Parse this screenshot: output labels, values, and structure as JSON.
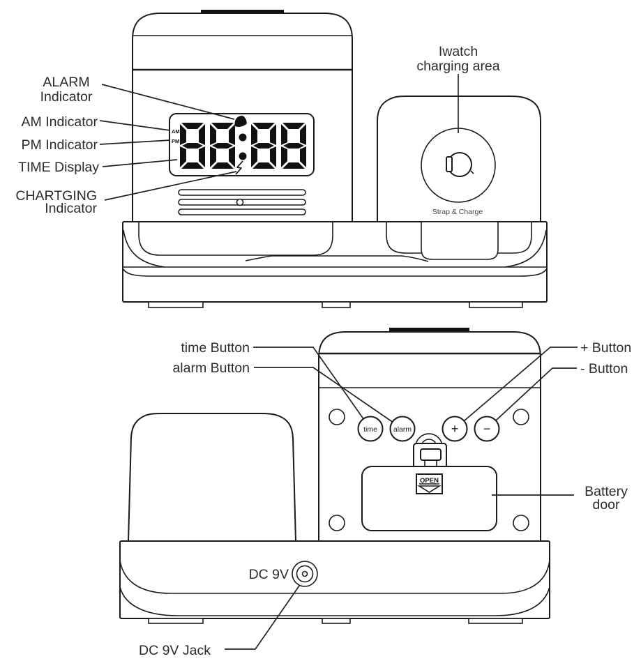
{
  "colors": {
    "line": "#1a1a1a",
    "label_text": "#2c2c2c",
    "background": "#ffffff"
  },
  "front_view": {
    "clock": {
      "display": {
        "am": "AM",
        "pm": "PM",
        "digits": "88:88",
        "segments_all_on": true
      }
    },
    "dock": {
      "caption": "Strap & Charge"
    },
    "callouts": {
      "alarm_indicator": {
        "line1": "ALARM",
        "line2": "Indicator"
      },
      "am_indicator": "AM Indicator",
      "pm_indicator": "PM Indicator",
      "time_display": "TIME Display",
      "charging_indicator": {
        "line1": "CHARTGING",
        "line2": "Indicator"
      },
      "iwatch_area": {
        "line1": "Iwatch",
        "line2": "charging area"
      }
    }
  },
  "back_view": {
    "buttons": {
      "time": "time",
      "alarm": "alarm",
      "plus": "+",
      "minus": "−"
    },
    "battery_door": {
      "open_label": "OPEN"
    },
    "power": {
      "dc_label": "DC 9V"
    },
    "callouts": {
      "time_button": "time Button",
      "alarm_button": "alarm Button",
      "plus_button": "+ Button",
      "minus_button": "- Button",
      "battery_door": {
        "line1": "Battery",
        "line2": "door"
      },
      "dc_jack": "DC 9V Jack"
    }
  }
}
